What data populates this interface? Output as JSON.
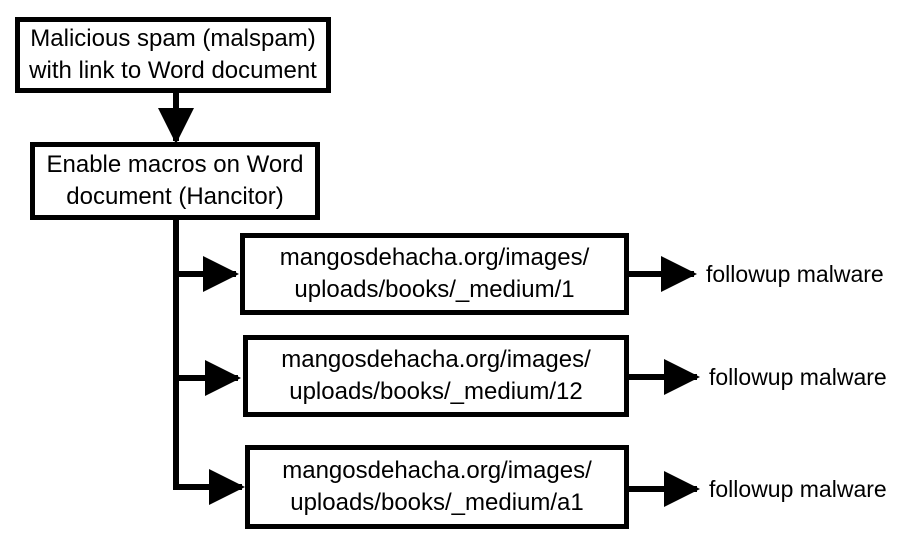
{
  "nodes": {
    "malspam": {
      "line1": "Malicious spam (malspam)",
      "line2": "with link to Word document"
    },
    "macros": {
      "line1": "Enable macros on Word",
      "line2": "document (Hancitor)"
    },
    "urls": [
      {
        "line1": "mangosdehacha.org/images/",
        "line2": "uploads/books/_medium/1",
        "result": "followup malware"
      },
      {
        "line1": "mangosdehacha.org/images/",
        "line2": "uploads/books/_medium/12",
        "result": "followup malware"
      },
      {
        "line1": "mangosdehacha.org/images/",
        "line2": "uploads/books/_medium/a1",
        "result": "followup malware"
      }
    ]
  },
  "style": {
    "stroke_color": "#000000",
    "background": "#ffffff"
  }
}
